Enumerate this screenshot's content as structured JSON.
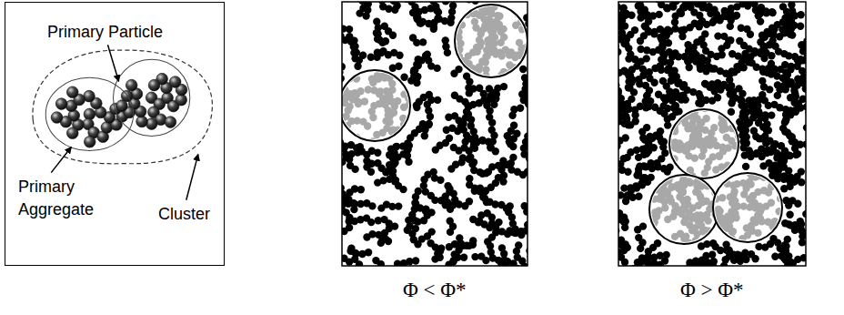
{
  "diagram": {
    "nodes": [
      {
        "text": [
          "Primary Particle",
          "Primary Aggregate",
          "Cluster"
        ]
      }
    ],
    "labels": [
      "Φ < Φ*",
      "Φ > Φ*"
    ]
  }
}
